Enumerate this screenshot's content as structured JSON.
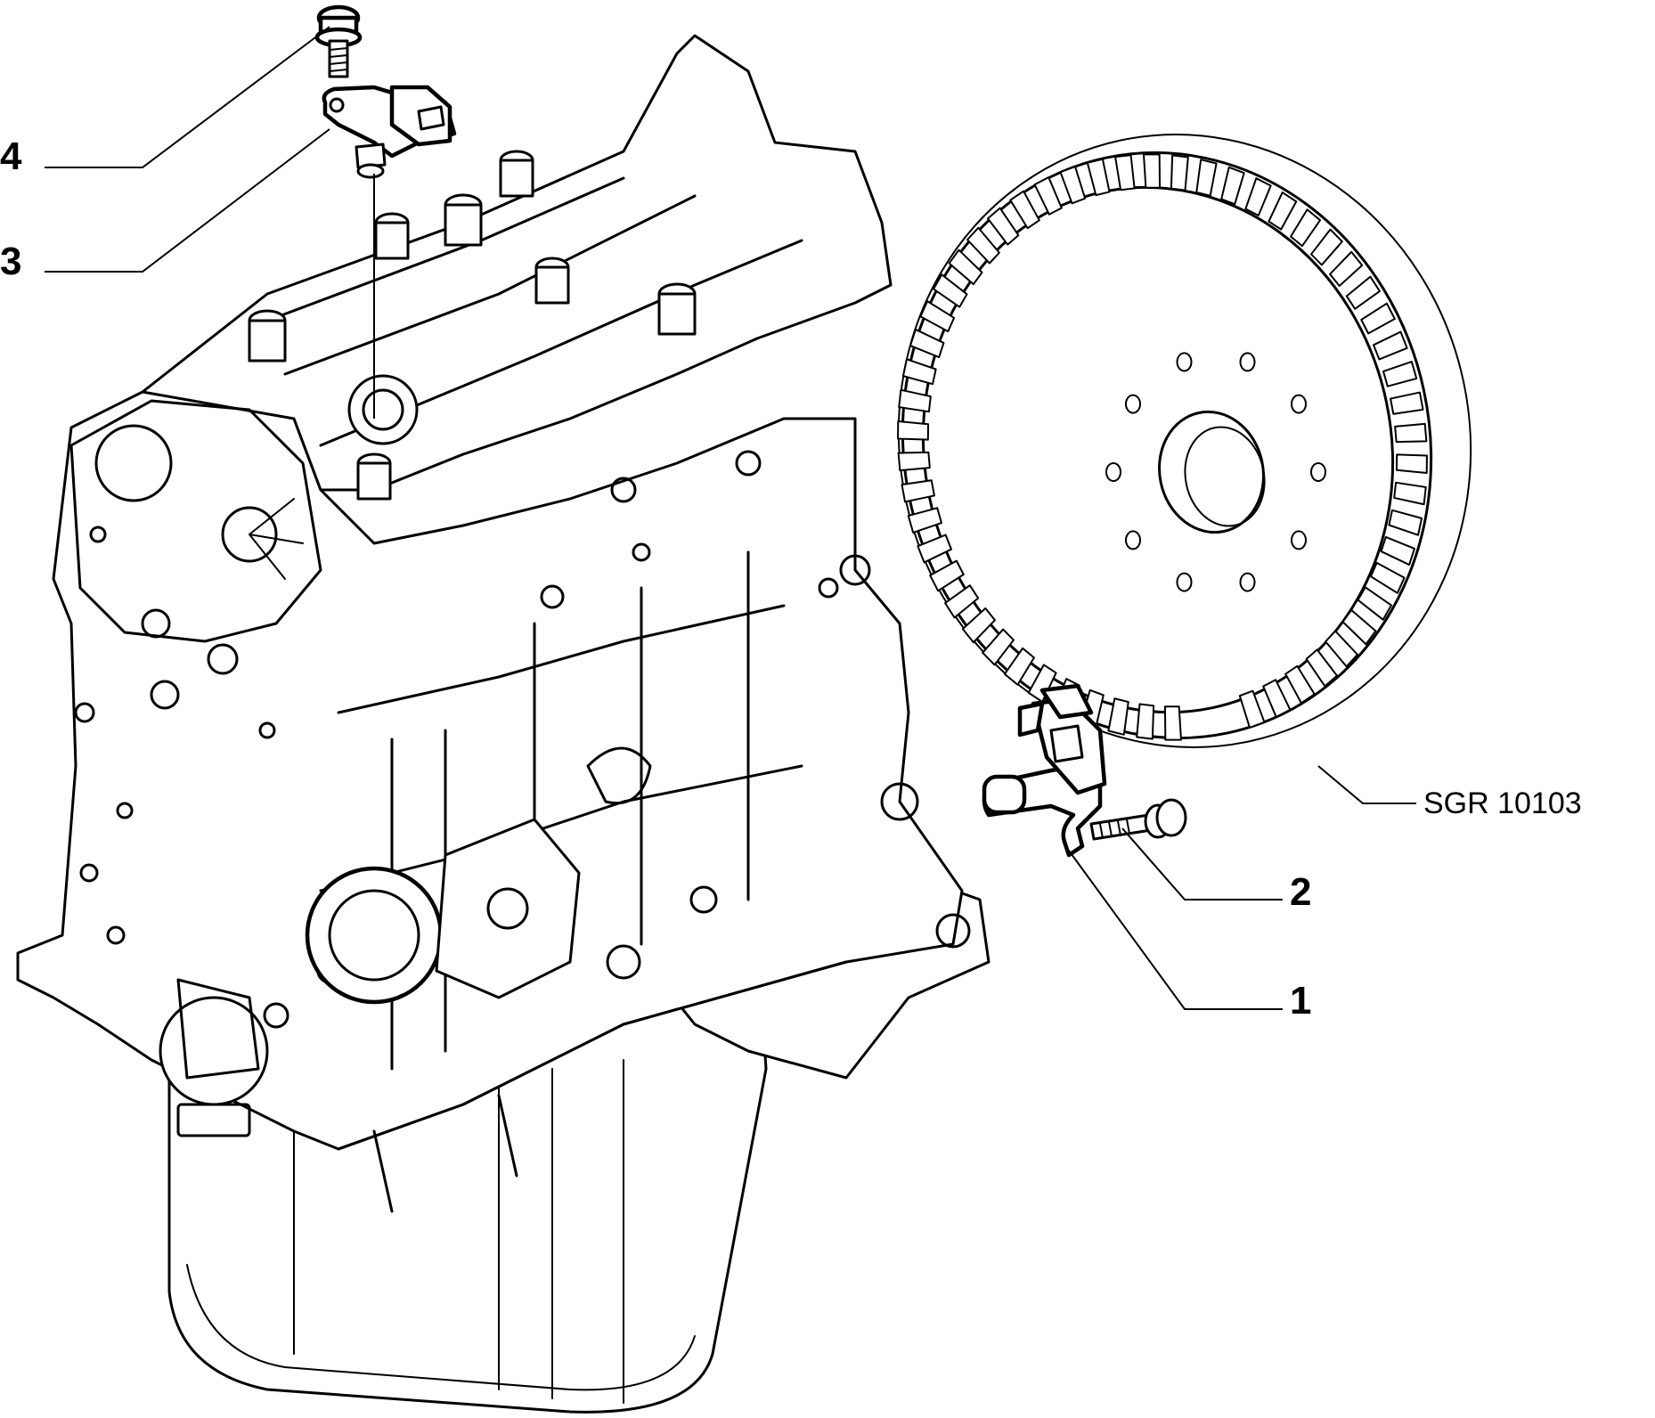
{
  "callouts": [
    {
      "id": "1",
      "label": "1"
    },
    {
      "id": "2",
      "label": "2"
    },
    {
      "id": "3",
      "label": "3"
    },
    {
      "id": "4",
      "label": "4"
    }
  ],
  "reference_code": "SGR 10103"
}
